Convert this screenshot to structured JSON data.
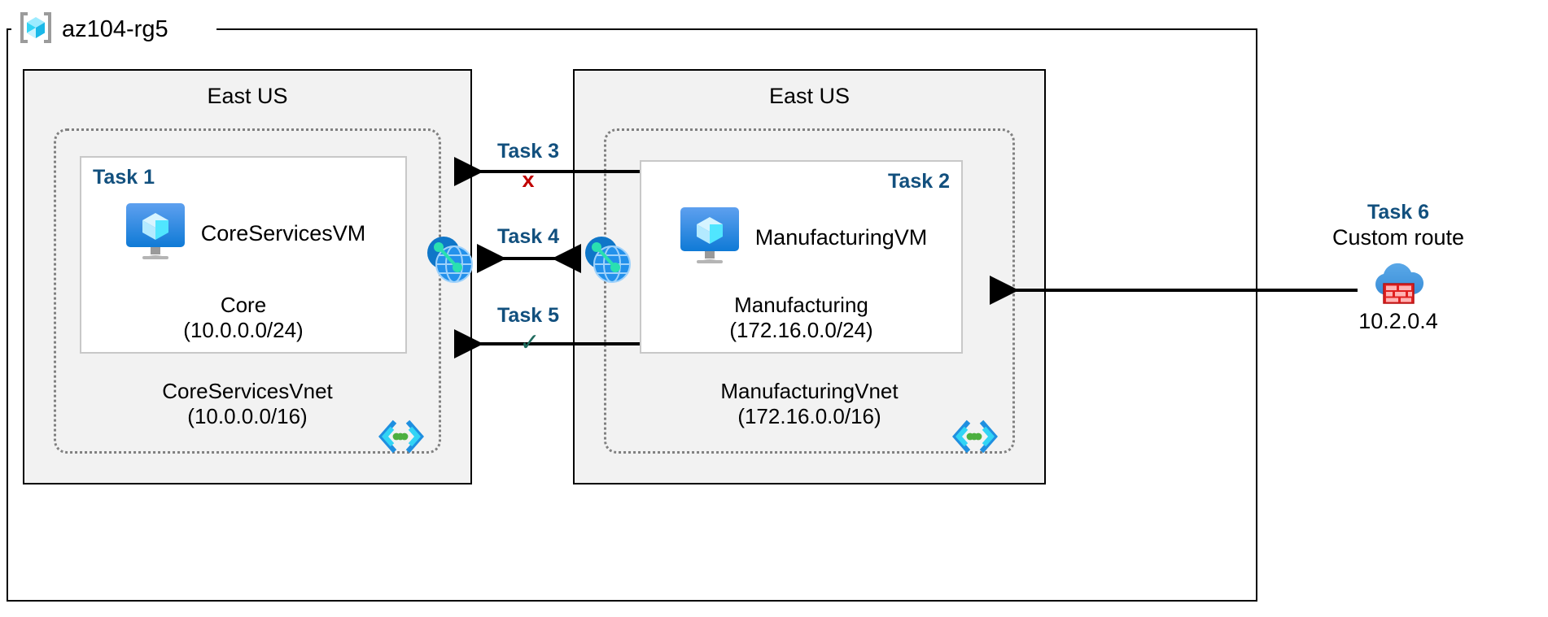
{
  "resource_group": {
    "name": "az104-rg5",
    "icon": "azure-resource-group-icon"
  },
  "regions": [
    {
      "id": "left",
      "label": "East US"
    },
    {
      "id": "right",
      "label": "East US"
    }
  ],
  "vnets": [
    {
      "id": "core",
      "name": "CoreServicesVnet",
      "address_space": "(10.0.0.0/16)",
      "icon": "virtual-network-icon",
      "subnet": {
        "task_tag": "Task 1",
        "task_tag_align": "left",
        "vm_name": "CoreServicesVM",
        "vm_icon": "virtual-machine-icon",
        "subnet_name": "Core",
        "subnet_range": "(10.0.0.0/24)"
      }
    },
    {
      "id": "manufacturing",
      "name": "ManufacturingVnet",
      "address_space": "(172.16.0.0/16)",
      "icon": "virtual-network-icon",
      "subnet": {
        "task_tag": "Task 2",
        "task_tag_align": "right",
        "vm_name": "ManufacturingVM",
        "vm_icon": "virtual-machine-icon",
        "subnet_name": "Manufacturing",
        "subnet_range": "(172.16.0.0/24)"
      }
    }
  ],
  "connectors": [
    {
      "id": "task3",
      "label": "Task 3",
      "mark": "x",
      "mark_color": "#c00000",
      "direction": "one-way-left"
    },
    {
      "id": "task4",
      "label": "Task 4",
      "mark": "",
      "mark_color": "",
      "direction": "two-way"
    },
    {
      "id": "task5",
      "label": "Task 5",
      "mark": "✓",
      "mark_color": "#1f6b5e",
      "direction": "one-way-left"
    }
  ],
  "peering_icons": [
    {
      "id": "peer-left",
      "icon": "vnet-peering-icon"
    },
    {
      "id": "peer-right",
      "icon": "vnet-peering-icon"
    }
  ],
  "task6": {
    "label": "Task 6",
    "subtitle": "Custom route",
    "icon": "firewall-icon",
    "ip": "10.2.0.4"
  },
  "colors": {
    "task_blue": "#12507e",
    "region_fill": "#f2f2f2",
    "vnet_border": "#808080",
    "subnet_border": "#c8c8c8",
    "mark_fail": "#c00000",
    "mark_pass": "#1f6b5e",
    "azure_blue": "#0078d4",
    "firewall_red": "#e02020"
  }
}
